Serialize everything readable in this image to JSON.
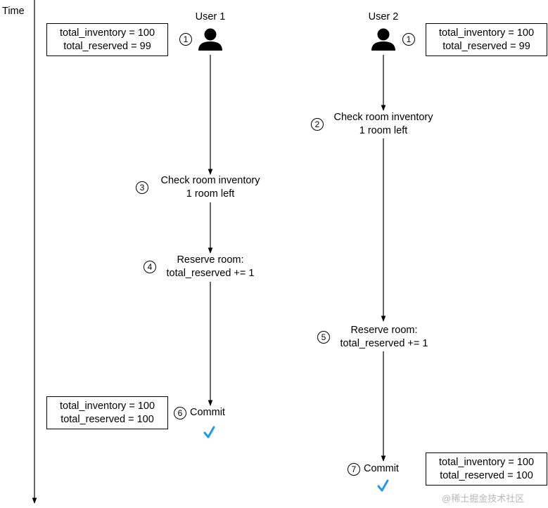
{
  "time_label": "Time",
  "users": [
    {
      "name": "User 1",
      "step": "1"
    },
    {
      "name": "User 2",
      "step": "1"
    }
  ],
  "state_boxes": {
    "initial": {
      "line1": "total_inventory = 100",
      "line2": "total_reserved = 99"
    },
    "final": {
      "line1": "total_inventory = 100",
      "line2": "total_reserved = 100"
    }
  },
  "steps": {
    "check": {
      "line1": "Check room inventory",
      "line2": "1 room left"
    },
    "reserve": {
      "line1": "Reserve room:",
      "line2": "total_reserved += 1"
    },
    "commit": {
      "label": "Commit"
    }
  },
  "step_numbers": {
    "u2_check": "2",
    "u1_check": "3",
    "u1_reserve": "4",
    "u2_reserve": "5",
    "u1_commit": "6",
    "u2_commit": "7"
  },
  "colors": {
    "check": "#1f9be8",
    "line": "#000000"
  },
  "icons": {
    "user": "person-icon",
    "commit": "checkmark-icon"
  },
  "watermark": "@稀土掘金技术社区"
}
